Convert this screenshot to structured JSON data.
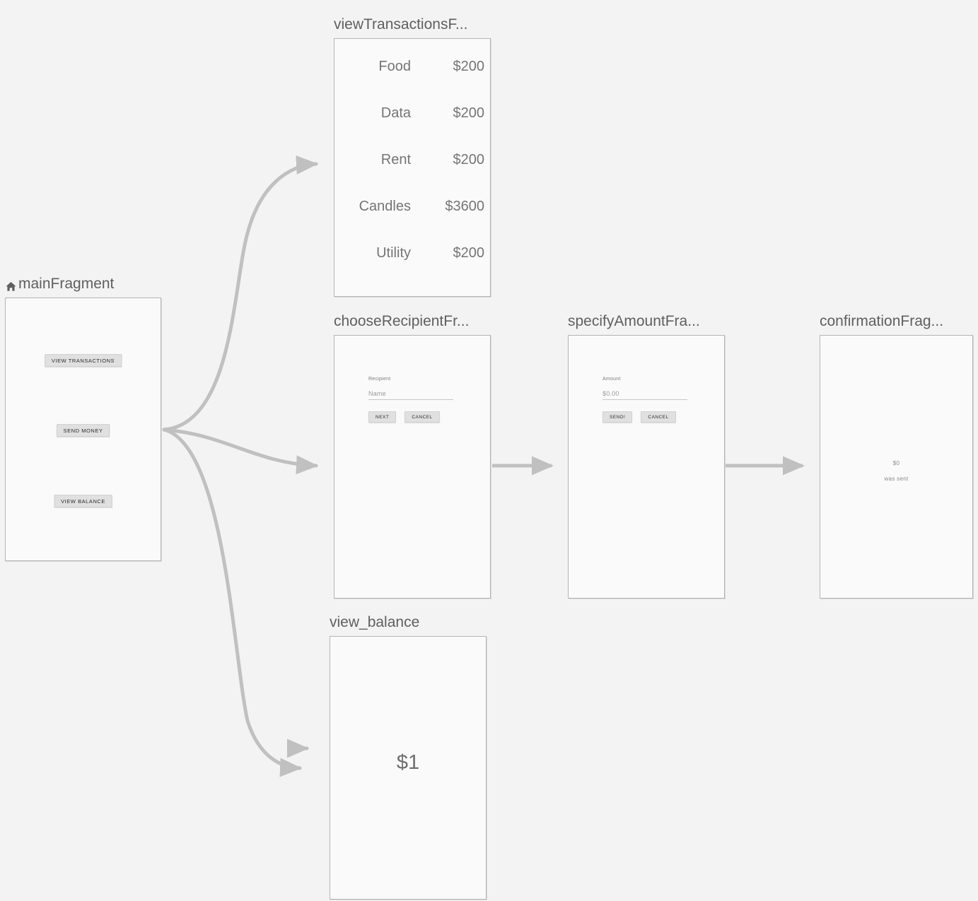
{
  "canvas": {
    "background": "#f3f3f3",
    "frame_fill": "#fafafa",
    "frame_border": "#b4b4b4",
    "wire_color": "#c0c0c0",
    "text_color": "#5f5f5f"
  },
  "nodes": {
    "main_fragment": {
      "title": "mainFragment",
      "start_icon": "home-icon",
      "buttons": [
        {
          "label": "VIEW TRANSACTIONS"
        },
        {
          "label": "SEND MONEY"
        },
        {
          "label": "VIEW BALANCE"
        }
      ]
    },
    "view_transactions_fragment": {
      "title": "viewTransactionsF...",
      "transactions": [
        {
          "name": "Food",
          "amount": "$200"
        },
        {
          "name": "Data",
          "amount": "$200"
        },
        {
          "name": "Rent",
          "amount": "$200"
        },
        {
          "name": "Candles",
          "amount": "$3600"
        },
        {
          "name": "Utility",
          "amount": "$200"
        }
      ]
    },
    "choose_recipient_fragment": {
      "title": "chooseRecipientFr...",
      "field_label": "Recipient",
      "field_value": "Name",
      "primary_button": "NEXT",
      "secondary_button": "CANCEL"
    },
    "specify_amount_fragment": {
      "title": "specifyAmountFra...",
      "field_label": "Amount",
      "field_value": "$0.00",
      "primary_button": "SEND!",
      "secondary_button": "CANCEL"
    },
    "confirmation_fragment": {
      "title": "confirmationFrag...",
      "amount": "$0",
      "message": "was sent"
    },
    "view_balance_fragment": {
      "title": "view_balance",
      "balance": "$1"
    }
  }
}
